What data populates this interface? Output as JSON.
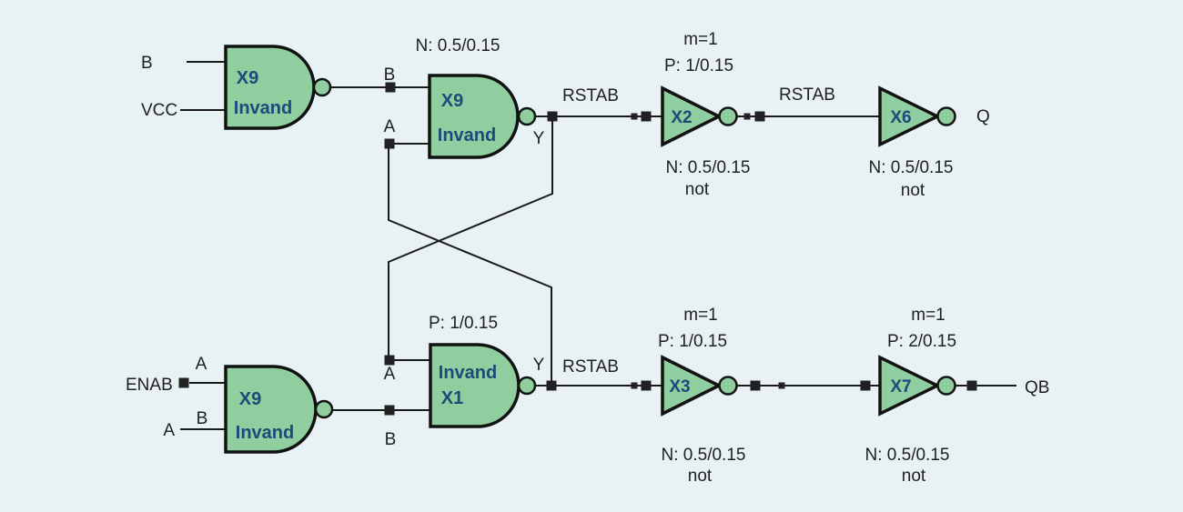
{
  "colors": {
    "background": "#e8f1f3",
    "gate_fill": "#90ce9f",
    "gate_outline": "#121212",
    "gate_label": "#1c4b7a",
    "wire": "#1a1a1a"
  },
  "gates": {
    "nand_top_left": {
      "ref": "X9",
      "cell": "Invand",
      "input_net_1": "B",
      "input_net_2": "VCC"
    },
    "nand_top_mid": {
      "ref": "X9",
      "cell": "Invand",
      "param_top": "N: 0.5/0.15",
      "pin_b": "B",
      "pin_a": "A",
      "pin_y": "Y"
    },
    "nand_bot_left": {
      "ref": "X9",
      "cell": "Invand",
      "input_net_1": "ENAB",
      "pin_a": "A",
      "input_net_2": "A",
      "pin_b": "B",
      "output_net": "B"
    },
    "nand_bot_mid": {
      "ref": "X1",
      "cell": "Invand",
      "param_top": "P: 1/0.15",
      "pin_a": "A",
      "pin_b": "B",
      "pin_y": "Y"
    },
    "inv_x2": {
      "ref": "X2",
      "param_m": "m=1",
      "param_p": "P: 1/0.15",
      "param_n": "N: 0.5/0.15",
      "cell": "not"
    },
    "inv_x6": {
      "ref": "X6",
      "param_n": "N: 0.5/0.15",
      "cell": "not",
      "output_net": "Q"
    },
    "inv_x3": {
      "ref": "X3",
      "param_m": "m=1",
      "param_p": "P: 1/0.15",
      "param_n": "N: 0.5/0.15",
      "cell": "not"
    },
    "inv_x7": {
      "ref": "X7",
      "param_m": "m=1",
      "param_p": "P: 2/0.15",
      "param_n": "N: 0.5/0.15",
      "cell": "not",
      "output_net": "QB"
    }
  },
  "nets": {
    "rstab_top_1": "RSTAB",
    "rstab_top_2": "RSTAB",
    "rstab_bottom": "RSTAB"
  }
}
